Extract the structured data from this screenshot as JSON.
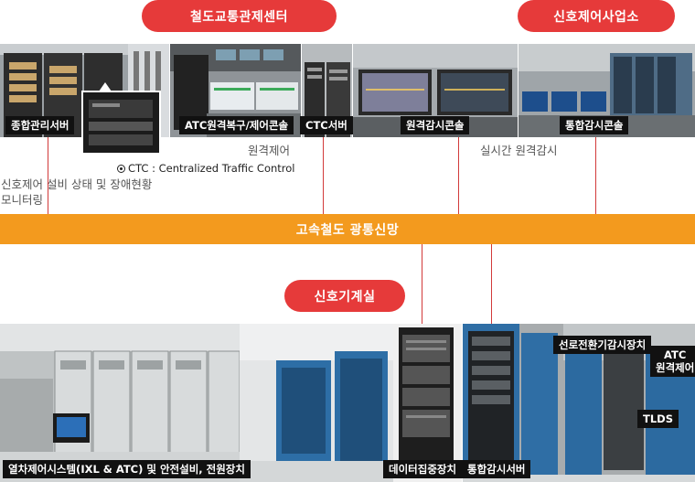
{
  "sections": {
    "railway_center": "철도교통관제센터",
    "signal_office": "신호제어사업소",
    "signal_room": "신호기계실"
  },
  "top_photos": {
    "integrated_server": "종합관리서버",
    "atc_console": "ATC원격복구/제어콘솔",
    "ctc_server": "CTC서버",
    "remote_console": "원격감시콘솔",
    "monitor_console": "통합감시콘솔"
  },
  "captions": {
    "remote_control": "원격제어",
    "realtime_monitoring": "실시간 원격감시",
    "status_monitoring_line1": "신호제어 설비 상태 및 장애현황",
    "status_monitoring_line2": "모니터링",
    "ctc_note": "CTC : Centralized Traffic Control"
  },
  "network": "고속철도 광통신망",
  "bottom_photos": {
    "train_control": "열차제어시스템(IXL & ATC) 및 안전설비, 전원장치",
    "data_concentrator": "데이터집중장치",
    "monitor_server": "통합감시서버",
    "switch_monitor": "선로전환기감시장치",
    "atc_remote_line1": "ATC",
    "atc_remote_line2": "원격제어",
    "tlds": "TLDS"
  },
  "colors": {
    "pill": "#e63a3a",
    "network_bar": "#f39a1e",
    "connector": "#d23a3a",
    "label_bg": "#111111"
  }
}
